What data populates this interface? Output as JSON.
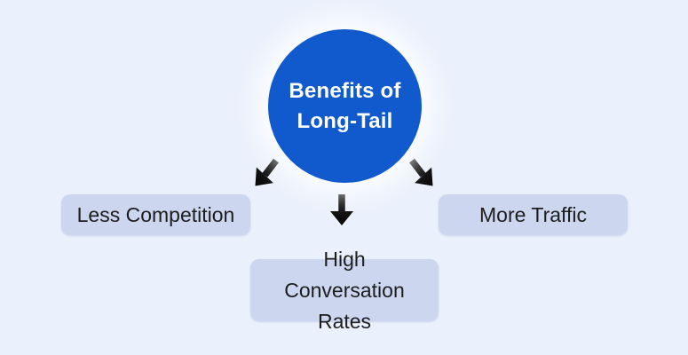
{
  "diagram": {
    "title": "Benefits of Long-Tail",
    "center_node": {
      "lines": [
        "Benefits of",
        "Long-Tail"
      ]
    },
    "nodes": [
      {
        "id": "less-competition",
        "label": "Less Competition"
      },
      {
        "id": "high-conversation-rates",
        "label": "High Conversation Rates"
      },
      {
        "id": "more-traffic",
        "label": "More Traffic"
      }
    ],
    "connectors": [
      {
        "icon": "arrow-down-left-icon",
        "from": "center",
        "to": "less-competition"
      },
      {
        "icon": "arrow-down-icon",
        "from": "center",
        "to": "high-conversation-rates"
      },
      {
        "icon": "arrow-down-right-icon",
        "from": "center",
        "to": "more-traffic"
      }
    ],
    "colors": {
      "background": "#EBF1FC",
      "circle_fill": "#115ACD",
      "circle_text": "#FFFFFF",
      "node_fill": "#CCD6EF",
      "node_text": "#1D1D1F",
      "arrow": "#0B0B0B"
    }
  }
}
